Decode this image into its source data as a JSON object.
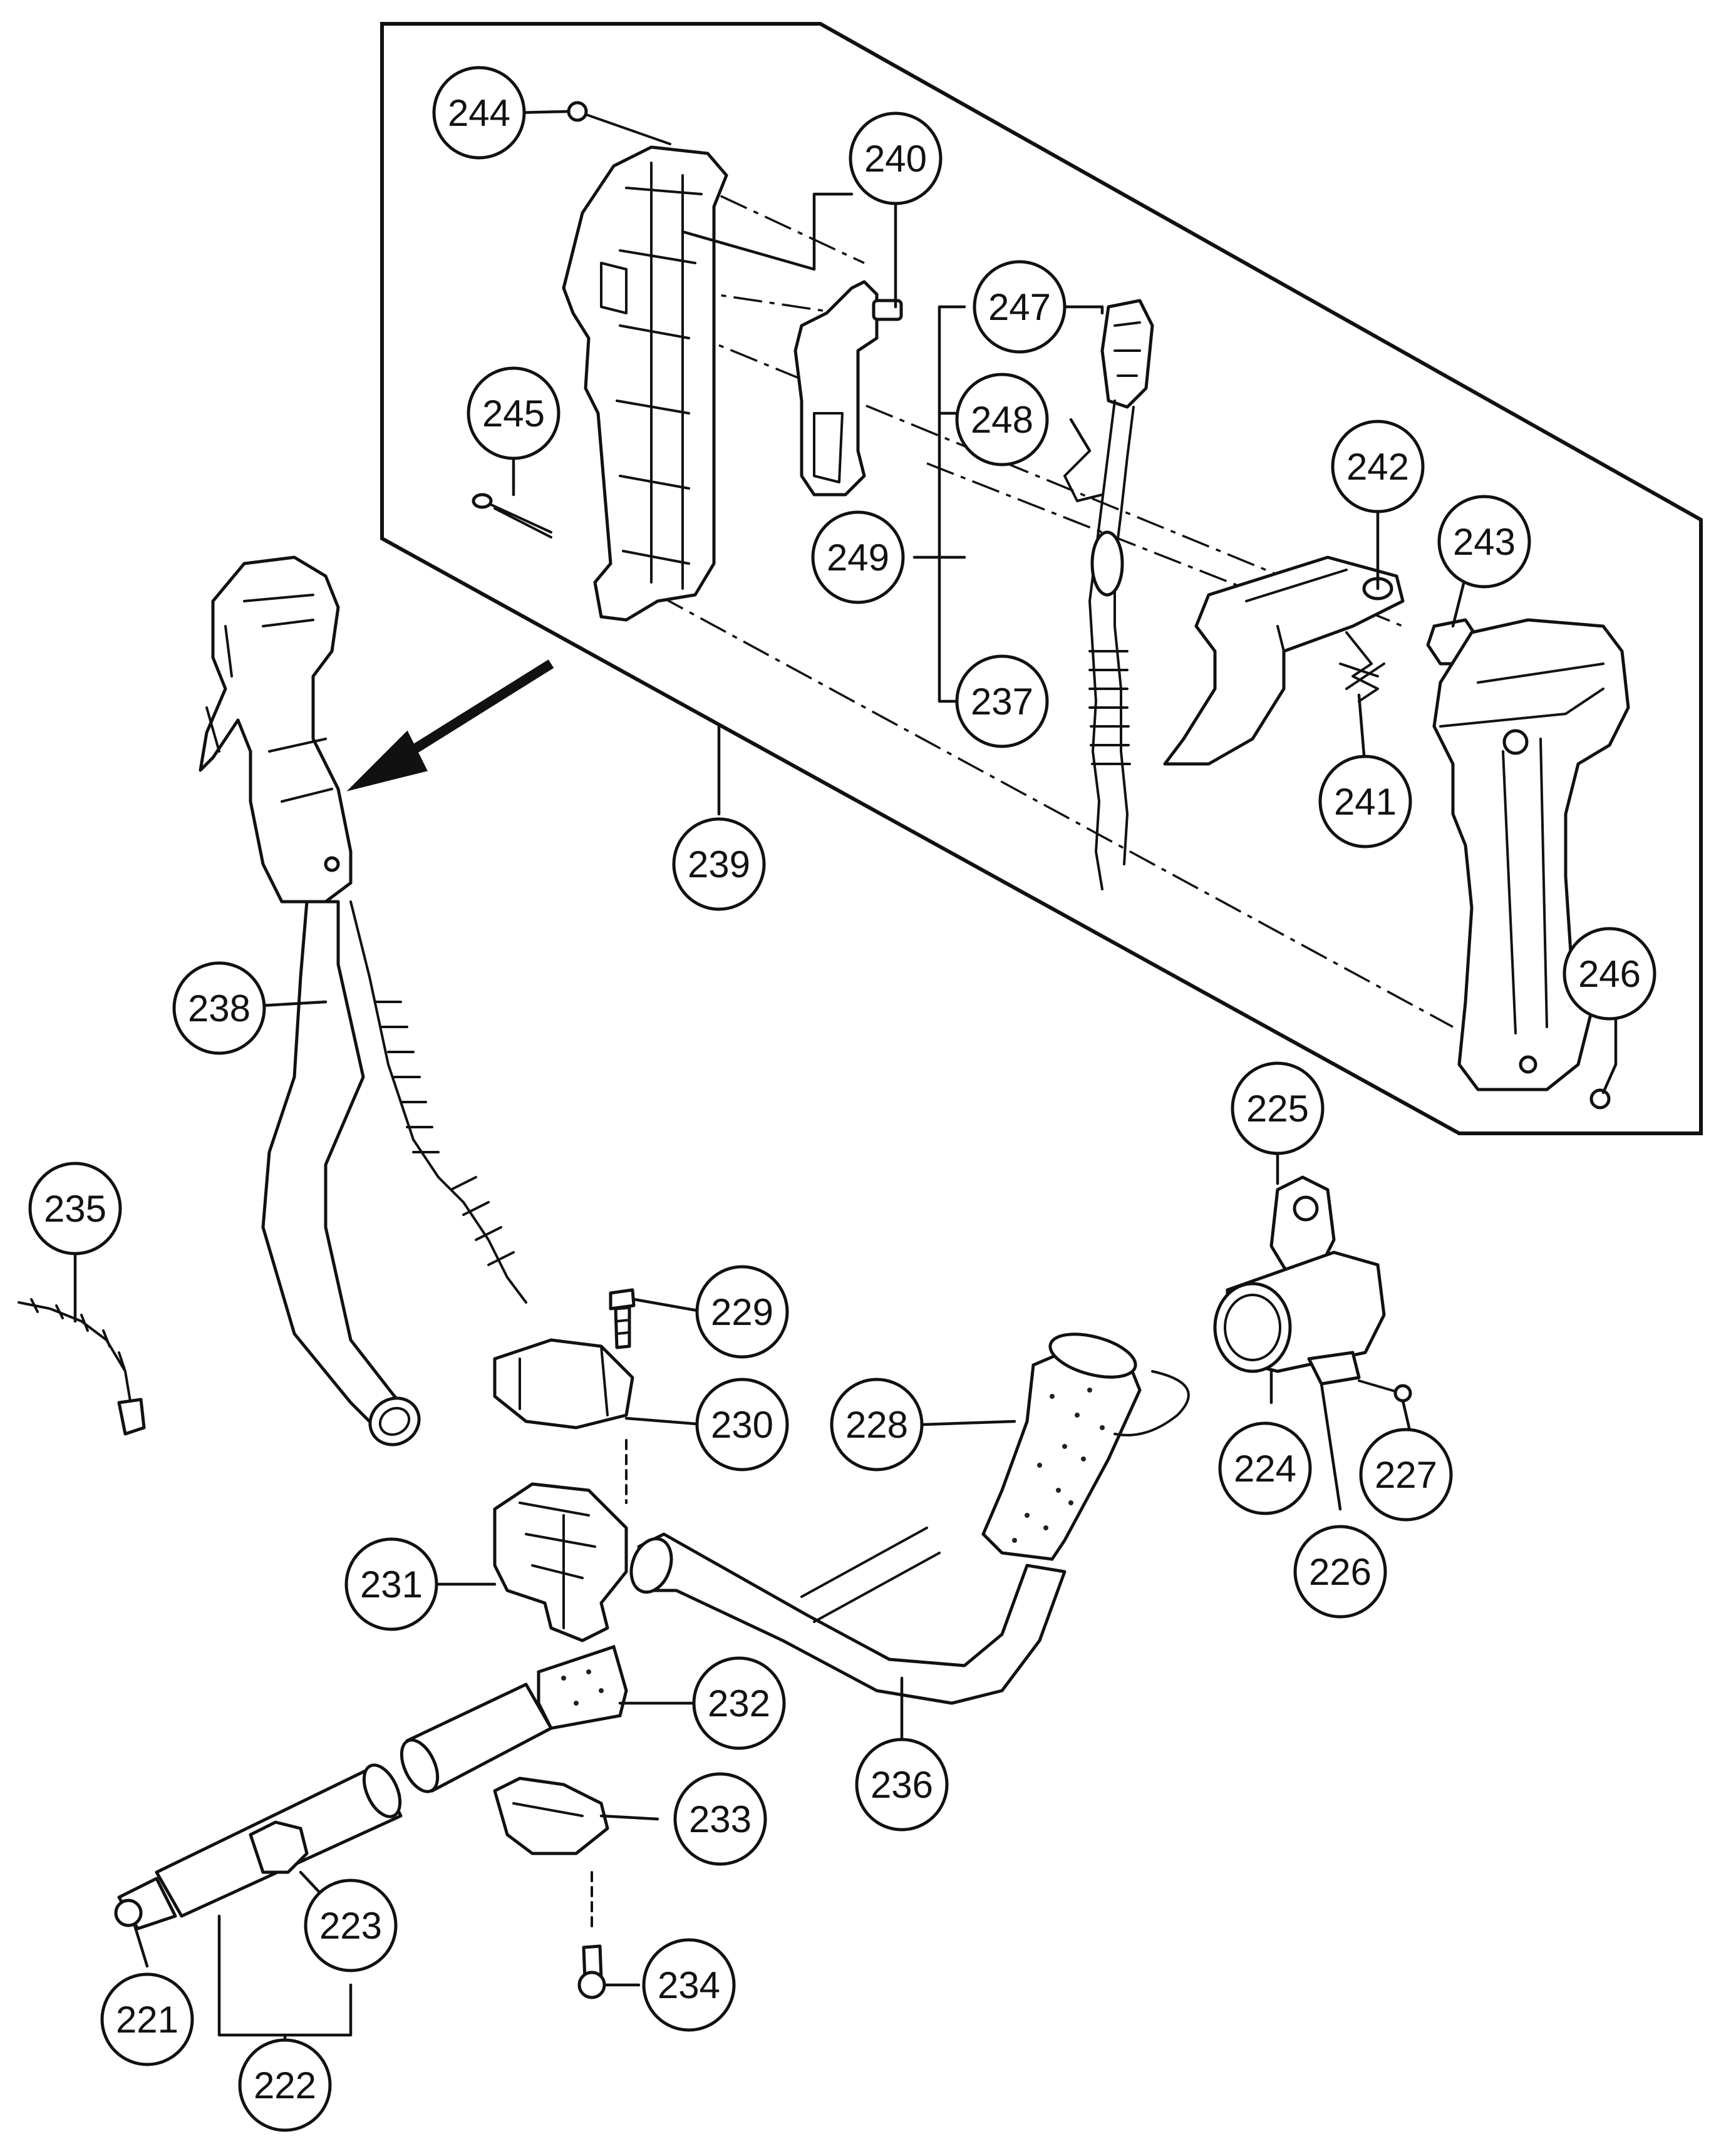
{
  "callouts": [
    {
      "id": "c244",
      "label": "244"
    },
    {
      "id": "c240",
      "label": "240"
    },
    {
      "id": "c247",
      "label": "247"
    },
    {
      "id": "c248",
      "label": "248"
    },
    {
      "id": "c245",
      "label": "245"
    },
    {
      "id": "c242",
      "label": "242"
    },
    {
      "id": "c243",
      "label": "243"
    },
    {
      "id": "c249",
      "label": "249"
    },
    {
      "id": "c237",
      "label": "237"
    },
    {
      "id": "c241",
      "label": "241"
    },
    {
      "id": "c239",
      "label": "239"
    },
    {
      "id": "c246",
      "label": "246"
    },
    {
      "id": "c238",
      "label": "238"
    },
    {
      "id": "c225",
      "label": "225"
    },
    {
      "id": "c235",
      "label": "235"
    },
    {
      "id": "c229",
      "label": "229"
    },
    {
      "id": "c230",
      "label": "230"
    },
    {
      "id": "c228",
      "label": "228"
    },
    {
      "id": "c224",
      "label": "224"
    },
    {
      "id": "c227",
      "label": "227"
    },
    {
      "id": "c231",
      "label": "231"
    },
    {
      "id": "c226",
      "label": "226"
    },
    {
      "id": "c232",
      "label": "232"
    },
    {
      "id": "c236",
      "label": "236"
    },
    {
      "id": "c233",
      "label": "233"
    },
    {
      "id": "c223",
      "label": "223"
    },
    {
      "id": "c234",
      "label": "234"
    },
    {
      "id": "c221",
      "label": "221"
    },
    {
      "id": "c222",
      "label": "222"
    }
  ]
}
